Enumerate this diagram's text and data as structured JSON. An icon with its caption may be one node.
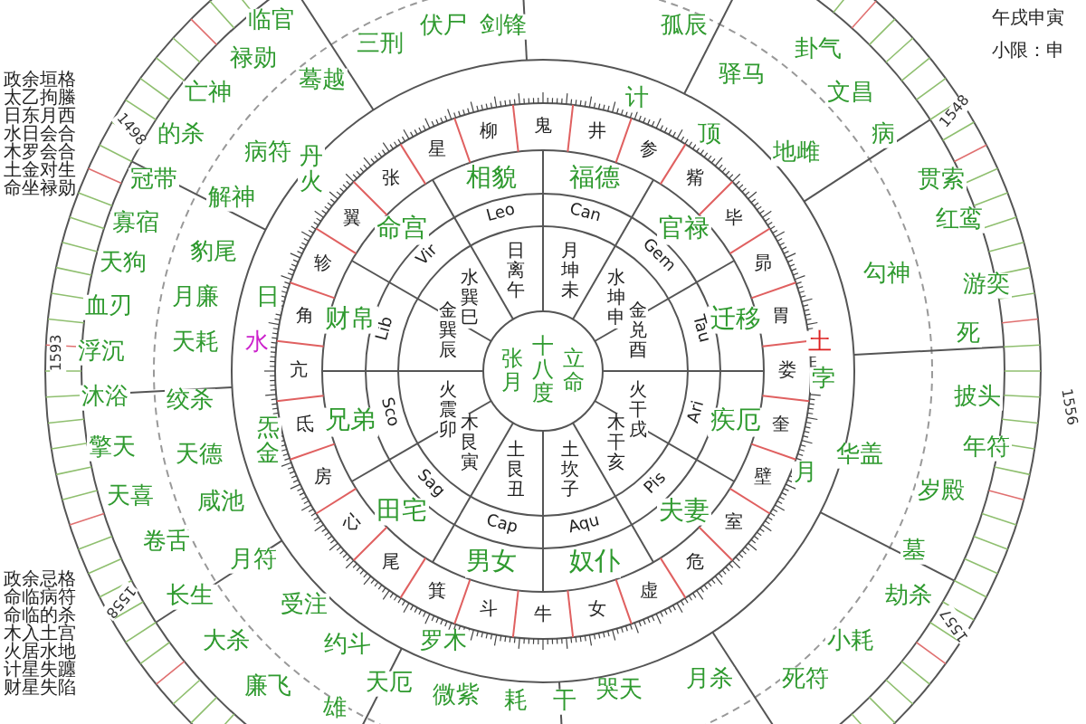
{
  "diagram": {
    "labels": [
      "政余垣格",
      "太乙拘螣",
      "日东月西",
      "水日会合",
      "木罗会合",
      "土金对生",
      "命坐禄勋",
      "午戌申寅",
      "小限：申",
      "政余忌格",
      "命临病符",
      "命临的杀",
      "木入土宫",
      "火居水地",
      "计星失躔",
      "财星失陷",
      "张月",
      "十八度",
      "立命",
      "月坤未",
      "水坤申",
      "金兑酉",
      "火干戌",
      "木干亥",
      "土坎子",
      "土艮丑",
      "木艮寅",
      "火震卯",
      "金巽辰",
      "水巽巳",
      "日离午",
      "Can",
      "Gem",
      "Tau",
      "Ari",
      "Pis",
      "Aqu",
      "Cap",
      "Sag",
      "Sco",
      "Lib",
      "Vir",
      "Leo",
      "福德",
      "官禄",
      "迁移",
      "疾厄",
      "夫妻",
      "奴仆",
      "男女",
      "田宅",
      "兄弟",
      "财帛",
      "命宫",
      "相貌",
      "鬼",
      "井",
      "参",
      "觜",
      "毕",
      "昴",
      "胃",
      "娄",
      "奎",
      "壁",
      "室",
      "危",
      "虚",
      "女",
      "牛",
      "斗",
      "箕",
      "尾",
      "心",
      "房",
      "氐",
      "亢",
      "角",
      "轸",
      "翼",
      "张",
      "星",
      "柳",
      "丹火",
      "日",
      "水",
      "炁金",
      "罗木",
      "计",
      "顶",
      "土",
      "孛",
      "月",
      "临官",
      "禄勋",
      "蓦越",
      "三刑",
      "伏尸",
      "剑锋",
      "亡神",
      "的杀",
      "病符",
      "冠带",
      "解神",
      "寡宿",
      "豹尾",
      "天狗",
      "月廉",
      "血刃",
      "天耗",
      "浮沉",
      "沐浴",
      "绞杀",
      "擎天",
      "天德",
      "天喜",
      "咸池",
      "卷舌",
      "月符",
      "长生",
      "受注",
      "大杀",
      "约斗",
      "廉飞",
      "雄",
      "天厄",
      "微紫",
      "耗",
      "孤辰",
      "驿马",
      "卦气",
      "文昌",
      "地雌",
      "病",
      "贯索",
      "红鸾",
      "勾神",
      "游奕",
      "死",
      "披头",
      "年符",
      "岁殿",
      "华盖",
      "墓",
      "劫杀",
      "小耗",
      "死符",
      "月杀",
      "哭天",
      "干",
      "1498",
      "1548",
      "1556",
      "1557",
      "1558",
      "1593"
    ]
  }
}
